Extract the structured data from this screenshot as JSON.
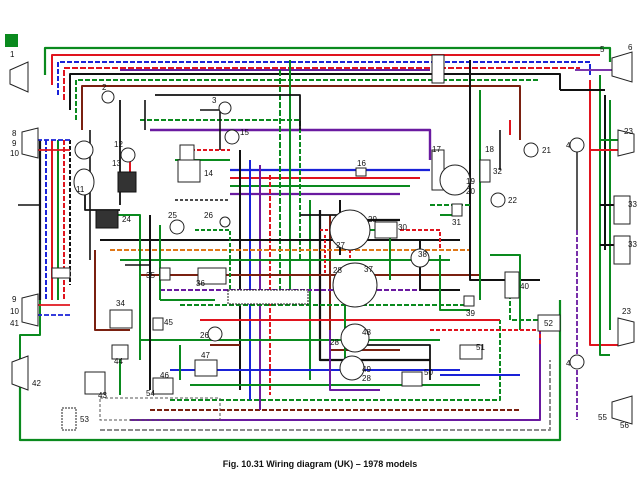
{
  "caption": "Fig. 10.31 Wiring diagram (UK) – 1978 models",
  "component_numbers": [
    "1",
    "2",
    "3",
    "4",
    "5",
    "6",
    "8",
    "9",
    "10",
    "11",
    "12",
    "13",
    "14",
    "15",
    "16",
    "17",
    "18",
    "19",
    "20",
    "21",
    "22",
    "23",
    "24",
    "25",
    "26",
    "27",
    "28",
    "29",
    "30",
    "31",
    "32",
    "33",
    "34",
    "35",
    "36",
    "37",
    "38",
    "39",
    "40",
    "41",
    "42",
    "43",
    "44",
    "45",
    "46",
    "47",
    "48",
    "49",
    "50",
    "51",
    "52",
    "53",
    "54",
    "55",
    "56"
  ],
  "wire_colors": {
    "green": "#0a8a1e",
    "red": "#e0141e",
    "blue": "#1a22d8",
    "purple": "#6a1aa0",
    "black": "#111111",
    "brown": "#7a2010",
    "white": "#bbbbbb",
    "orange": "#e07818",
    "grey": "#8c8c8c"
  },
  "corner_marker_color": "#0a8a1e"
}
